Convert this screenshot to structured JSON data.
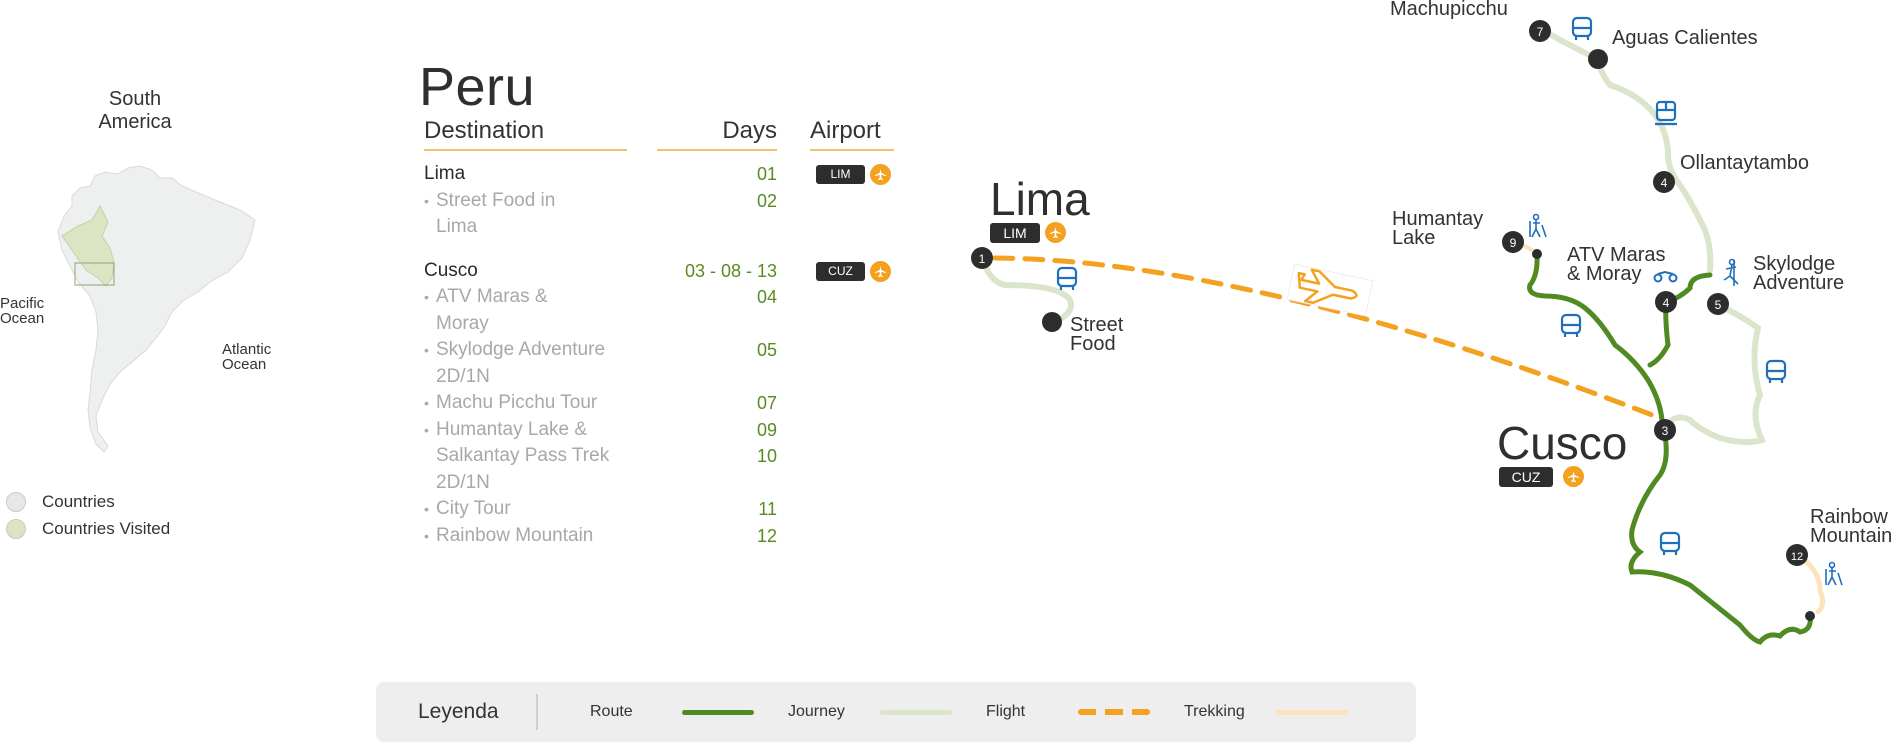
{
  "overview": {
    "continent_title": "South America",
    "oceans": {
      "pacific": "Pacific Ocean",
      "atlantic": "Atlantic Ocean"
    },
    "legend": [
      {
        "label": "Countries",
        "color": "#e6e8e8"
      },
      {
        "label": "Countries Visited",
        "color": "#dbe4c3"
      }
    ]
  },
  "itinerary": {
    "country": "Peru",
    "headers": {
      "destination": "Destination",
      "days": "Days",
      "airport": "Airport"
    },
    "destinations": [
      {
        "name": "Lima",
        "days": "01",
        "airport": "LIM",
        "activities": [
          {
            "label": "Street Food in Lima",
            "days": [
              "02"
            ]
          }
        ]
      },
      {
        "name": "Cusco",
        "days": "03 - 08 - 13",
        "airport": "CUZ",
        "activities": [
          {
            "label": "ATV Maras & Moray",
            "days": [
              "04"
            ]
          },
          {
            "label": "Skylodge Adventure 2D/1N",
            "days": [
              "05"
            ]
          },
          {
            "label": "Machu Picchu Tour",
            "days": [
              "07"
            ]
          },
          {
            "label": "Humantay Lake & Salkantay Pass Trek 2D/1N",
            "days": [
              "09",
              "10"
            ]
          },
          {
            "label": "City Tour",
            "days": [
              "11"
            ]
          },
          {
            "label": "Rainbow Mountain",
            "days": [
              "12"
            ]
          }
        ]
      }
    ]
  },
  "map": {
    "cities": [
      {
        "name": "Lima",
        "airport": "LIM"
      },
      {
        "name": "Cusco",
        "airport": "CUZ"
      }
    ],
    "places": {
      "street_food": "Street Food",
      "machupicchu": "Machupicchu",
      "aguas_calientes": "Aguas Calientes",
      "ollantaytambo": "Ollantaytambo",
      "humantay": "Humantay Lake",
      "atv": "ATV Maras & Moray",
      "skylodge": "Skylodge Adventure",
      "rainbow": "Rainbow Mountain"
    },
    "markers": {
      "lima": "1",
      "cusco": "3",
      "ollantaytambo": "4",
      "atv": "4",
      "skylodge": "5",
      "machupicchu": "7",
      "humantay": "9",
      "rainbow": "12"
    },
    "colors": {
      "route": "#4f8a22",
      "journey": "#dbe5cb",
      "flight": "#f3a11f",
      "trekking": "#fbe3bd",
      "icon": "#1f6fbf",
      "marker": "#2d2d2d"
    }
  },
  "legend": {
    "title": "Leyenda",
    "items": [
      {
        "label": "Route",
        "type": "route"
      },
      {
        "label": "Journey",
        "type": "journey"
      },
      {
        "label": "Flight",
        "type": "flight"
      },
      {
        "label": "Trekking",
        "type": "trekking"
      }
    ]
  }
}
